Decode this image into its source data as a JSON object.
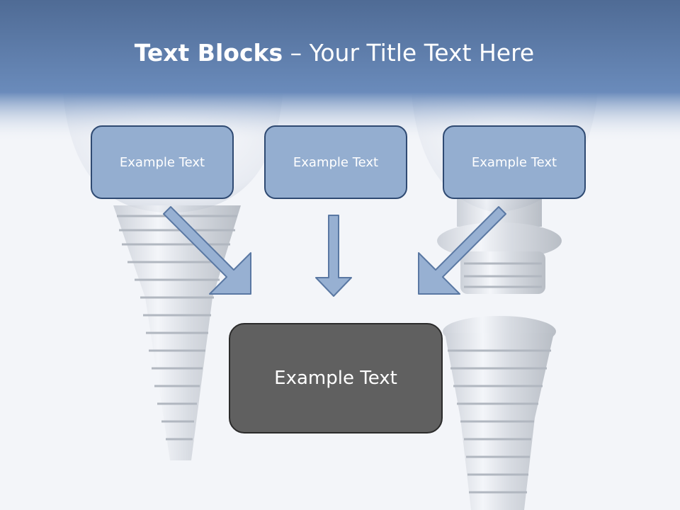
{
  "title": {
    "bold": "Text Blocks",
    "dash": " – ",
    "rest": "Your Title Text Here"
  },
  "boxes": [
    {
      "label": "Example Text"
    },
    {
      "label": "Example Text"
    },
    {
      "label": "Example Text"
    }
  ],
  "main_box": {
    "label": "Example Text"
  },
  "colors": {
    "header": "#5f7fad",
    "box_fill": "#94aed0",
    "box_border": "#2f4a72",
    "main_fill": "#606060",
    "arrow_fill": "#97b0d2",
    "arrow_stroke": "#5a78a3"
  }
}
